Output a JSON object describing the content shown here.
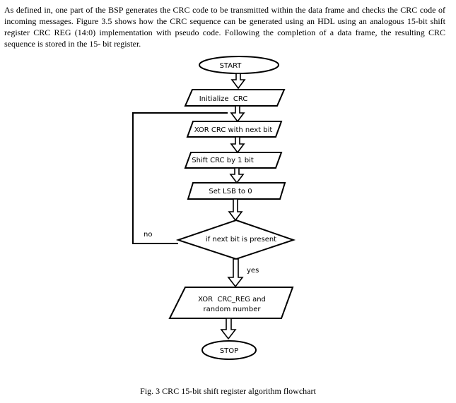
{
  "paragraph": "As defined in, one part of the BSP generates the CRC code to be transmitted within the data frame and checks the CRC code of incoming messages. Figure 3.5 shows how the CRC sequence can be generated using an HDL using an analogous 15-bit shift register CRC REG (14:0) implementation with pseudo code. Following the completion of a data frame, the resulting CRC sequence is stored in the 15- bit register.",
  "flowchart": {
    "start": "START",
    "init": "Initialize  CRC",
    "xor_next": "XOR CRC with next bit",
    "shift": "Shift CRC by 1 bit",
    "set_lsb": "Set LSB to 0",
    "decision": "if next bit is present",
    "yes_label": "yes",
    "no_label": "no",
    "xor_random_line1": "XOR  CRC_REG and",
    "xor_random_line2": "random number",
    "stop": "STOP"
  },
  "caption": "Fig. 3 CRC 15-bit shift register algorithm flowchart"
}
